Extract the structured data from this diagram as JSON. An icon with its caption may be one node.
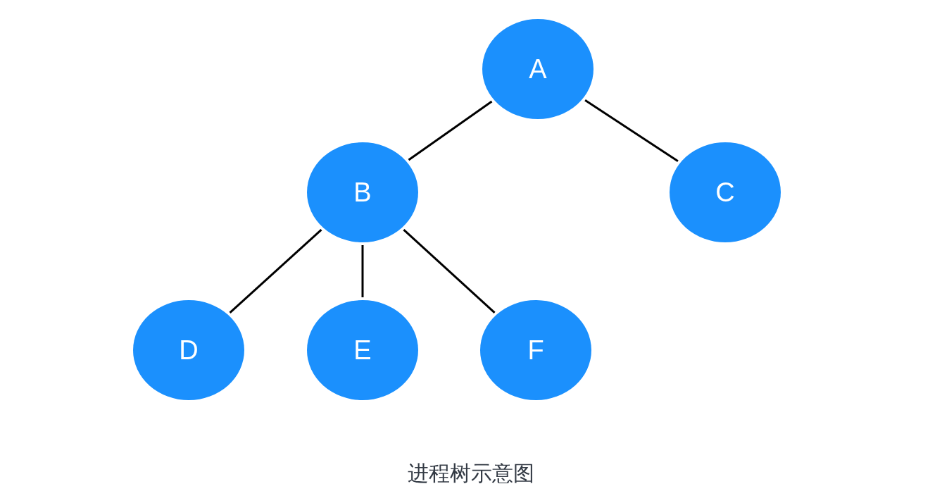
{
  "diagram": {
    "caption": "进程树示意图",
    "nodes": [
      {
        "text": [
          "A"
        ]
      },
      {
        "text": [
          "B"
        ]
      },
      {
        "text": [
          "C"
        ]
      },
      {
        "text": [
          "D"
        ]
      },
      {
        "text": [
          "E"
        ]
      },
      {
        "text": [
          "F"
        ]
      }
    ],
    "edges": [
      {
        "from": 0,
        "to": 1,
        "arrow": "none"
      },
      {
        "from": 0,
        "to": 2,
        "arrow": "none"
      },
      {
        "from": 1,
        "to": 3,
        "arrow": "none"
      },
      {
        "from": 1,
        "to": 4,
        "arrow": "none"
      },
      {
        "from": 1,
        "to": 5,
        "arrow": "none"
      }
    ]
  }
}
